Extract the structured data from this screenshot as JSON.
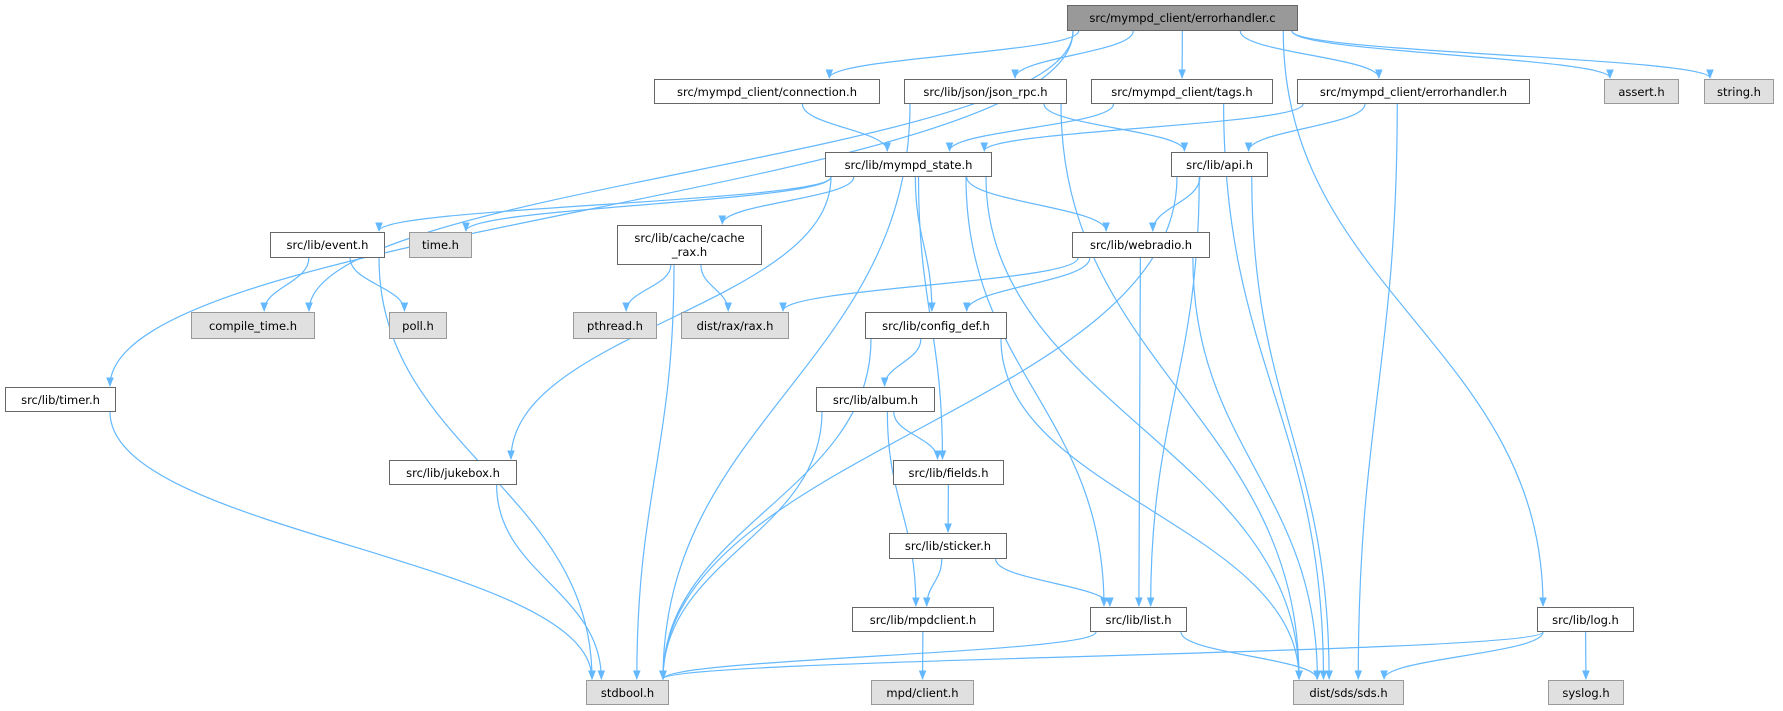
{
  "title": "src/mympd_client/errorhandler.c",
  "colors": {
    "edge": "#63b8ff",
    "node_border": "#666666",
    "external_fill": "#e0e0e0",
    "root_fill": "#999999"
  },
  "nodes": {
    "errorhandler_c": {
      "lines": [
        "src/mympd_client/errorhandler.c"
      ],
      "kind": "root"
    },
    "connection_h": {
      "lines": [
        "src/mympd_client/connection.h"
      ],
      "kind": "file"
    },
    "json_rpc_h": {
      "lines": [
        "src/lib/json/json_rpc.h"
      ],
      "kind": "file"
    },
    "tags_h": {
      "lines": [
        "src/mympd_client/tags.h"
      ],
      "kind": "file"
    },
    "errorhandler_h": {
      "lines": [
        "src/mympd_client/errorhandler.h"
      ],
      "kind": "file"
    },
    "assert_h": {
      "lines": [
        "assert.h"
      ],
      "kind": "external"
    },
    "string_h": {
      "lines": [
        "string.h"
      ],
      "kind": "external"
    },
    "mympd_state_h": {
      "lines": [
        "src/lib/mympd_state.h"
      ],
      "kind": "file"
    },
    "api_h": {
      "lines": [
        "src/lib/api.h"
      ],
      "kind": "file"
    },
    "event_h": {
      "lines": [
        "src/lib/event.h"
      ],
      "kind": "file"
    },
    "time_h": {
      "lines": [
        "time.h"
      ],
      "kind": "external"
    },
    "cache_rax_h": {
      "lines": [
        "src/lib/cache/cache",
        "_rax.h"
      ],
      "kind": "file"
    },
    "webradio_h": {
      "lines": [
        "src/lib/webradio.h"
      ],
      "kind": "file"
    },
    "compile_time_h": {
      "lines": [
        "compile_time.h"
      ],
      "kind": "external"
    },
    "poll_h": {
      "lines": [
        "poll.h"
      ],
      "kind": "external"
    },
    "pthread_h": {
      "lines": [
        "pthread.h"
      ],
      "kind": "external"
    },
    "rax_h": {
      "lines": [
        "dist/rax/rax.h"
      ],
      "kind": "external"
    },
    "config_def_h": {
      "lines": [
        "src/lib/config_def.h"
      ],
      "kind": "file"
    },
    "timer_h": {
      "lines": [
        "src/lib/timer.h"
      ],
      "kind": "file"
    },
    "album_h": {
      "lines": [
        "src/lib/album.h"
      ],
      "kind": "file"
    },
    "jukebox_h": {
      "lines": [
        "src/lib/jukebox.h"
      ],
      "kind": "file"
    },
    "fields_h": {
      "lines": [
        "src/lib/fields.h"
      ],
      "kind": "file"
    },
    "sticker_h": {
      "lines": [
        "src/lib/sticker.h"
      ],
      "kind": "file"
    },
    "mpdclient_h": {
      "lines": [
        "src/lib/mpdclient.h"
      ],
      "kind": "file"
    },
    "list_h": {
      "lines": [
        "src/lib/list.h"
      ],
      "kind": "file"
    },
    "log_h": {
      "lines": [
        "src/lib/log.h"
      ],
      "kind": "file"
    },
    "stdbool_h": {
      "lines": [
        "stdbool.h"
      ],
      "kind": "external"
    },
    "mpd_client_h": {
      "lines": [
        "mpd/client.h"
      ],
      "kind": "external"
    },
    "sds_h": {
      "lines": [
        "dist/sds/sds.h"
      ],
      "kind": "external"
    },
    "syslog_h": {
      "lines": [
        "syslog.h"
      ],
      "kind": "external"
    }
  },
  "edges": [
    [
      "errorhandler_c",
      "timer_h"
    ],
    [
      "errorhandler_c",
      "compile_time_h"
    ],
    [
      "errorhandler_c",
      "connection_h"
    ],
    [
      "errorhandler_c",
      "json_rpc_h"
    ],
    [
      "errorhandler_c",
      "tags_h"
    ],
    [
      "errorhandler_c",
      "errorhandler_h"
    ],
    [
      "errorhandler_c",
      "assert_h"
    ],
    [
      "errorhandler_c",
      "string_h"
    ],
    [
      "errorhandler_c",
      "log_h"
    ],
    [
      "connection_h",
      "mympd_state_h"
    ],
    [
      "json_rpc_h",
      "stdbool_h"
    ],
    [
      "json_rpc_h",
      "api_h"
    ],
    [
      "json_rpc_h",
      "sds_h"
    ],
    [
      "tags_h",
      "mympd_state_h"
    ],
    [
      "tags_h",
      "sds_h"
    ],
    [
      "errorhandler_h",
      "mympd_state_h"
    ],
    [
      "errorhandler_h",
      "api_h"
    ],
    [
      "errorhandler_h",
      "sds_h"
    ],
    [
      "mympd_state_h",
      "event_h"
    ],
    [
      "mympd_state_h",
      "time_h"
    ],
    [
      "mympd_state_h",
      "cache_rax_h"
    ],
    [
      "mympd_state_h",
      "jukebox_h"
    ],
    [
      "mympd_state_h",
      "config_def_h"
    ],
    [
      "mympd_state_h",
      "webradio_h"
    ],
    [
      "mympd_state_h",
      "fields_h"
    ],
    [
      "mympd_state_h",
      "list_h"
    ],
    [
      "mympd_state_h",
      "sds_h"
    ],
    [
      "api_h",
      "stdbool_h"
    ],
    [
      "api_h",
      "webradio_h"
    ],
    [
      "api_h",
      "list_h"
    ],
    [
      "api_h",
      "sds_h"
    ],
    [
      "event_h",
      "compile_time_h"
    ],
    [
      "event_h",
      "poll_h"
    ],
    [
      "event_h",
      "stdbool_h"
    ],
    [
      "cache_rax_h",
      "pthread_h"
    ],
    [
      "cache_rax_h",
      "rax_h"
    ],
    [
      "cache_rax_h",
      "stdbool_h"
    ],
    [
      "webradio_h",
      "rax_h"
    ],
    [
      "webradio_h",
      "config_def_h"
    ],
    [
      "webradio_h",
      "list_h"
    ],
    [
      "webradio_h",
      "sds_h"
    ],
    [
      "config_def_h",
      "album_h"
    ],
    [
      "config_def_h",
      "stdbool_h"
    ],
    [
      "config_def_h",
      "sds_h"
    ],
    [
      "timer_h",
      "stdbool_h"
    ],
    [
      "album_h",
      "fields_h"
    ],
    [
      "album_h",
      "mpdclient_h"
    ],
    [
      "album_h",
      "stdbool_h"
    ],
    [
      "jukebox_h",
      "stdbool_h"
    ],
    [
      "fields_h",
      "sticker_h"
    ],
    [
      "sticker_h",
      "mpdclient_h"
    ],
    [
      "sticker_h",
      "list_h"
    ],
    [
      "mpdclient_h",
      "mpd_client_h"
    ],
    [
      "list_h",
      "stdbool_h"
    ],
    [
      "list_h",
      "sds_h"
    ],
    [
      "log_h",
      "stdbool_h"
    ],
    [
      "log_h",
      "sds_h"
    ],
    [
      "log_h",
      "syslog_h"
    ]
  ]
}
